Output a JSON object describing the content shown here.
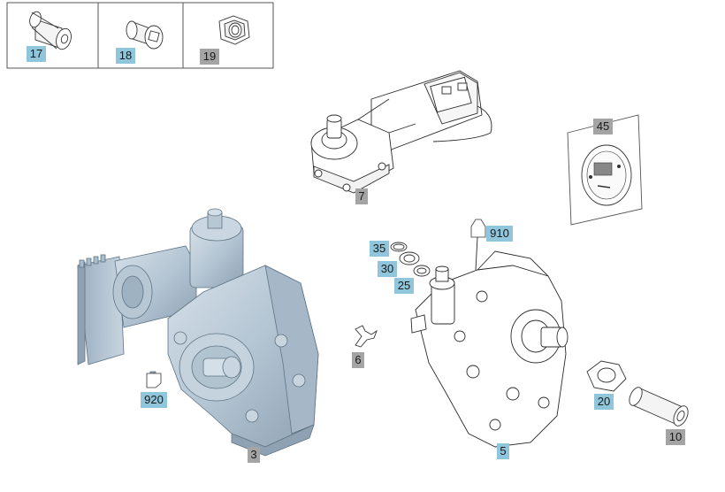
{
  "callouts": {
    "p17": {
      "text": "17",
      "color": "#8fc6db"
    },
    "p18": {
      "text": "18",
      "color": "#8fc6db"
    },
    "p19": {
      "text": "19",
      "color": "#a4a4a4"
    },
    "p7": {
      "text": "7",
      "color": "#a4a4a4"
    },
    "p45": {
      "text": "45",
      "color": "#a4a4a4"
    },
    "p910": {
      "text": "910",
      "color": "#8fc6db"
    },
    "p35": {
      "text": "35",
      "color": "#8fc6db"
    },
    "p30": {
      "text": "30",
      "color": "#8fc6db"
    },
    "p25": {
      "text": "25",
      "color": "#8fc6db"
    },
    "p6": {
      "text": "6",
      "color": "#a4a4a4"
    },
    "p920": {
      "text": "920",
      "color": "#8fc6db"
    },
    "p3": {
      "text": "3",
      "color": "#a4a4a4"
    },
    "p5": {
      "text": "5",
      "color": "#8fc6db"
    },
    "p20": {
      "text": "20",
      "color": "#8fc6db"
    },
    "p10": {
      "text": "10",
      "color": "#a4a4a4"
    }
  }
}
